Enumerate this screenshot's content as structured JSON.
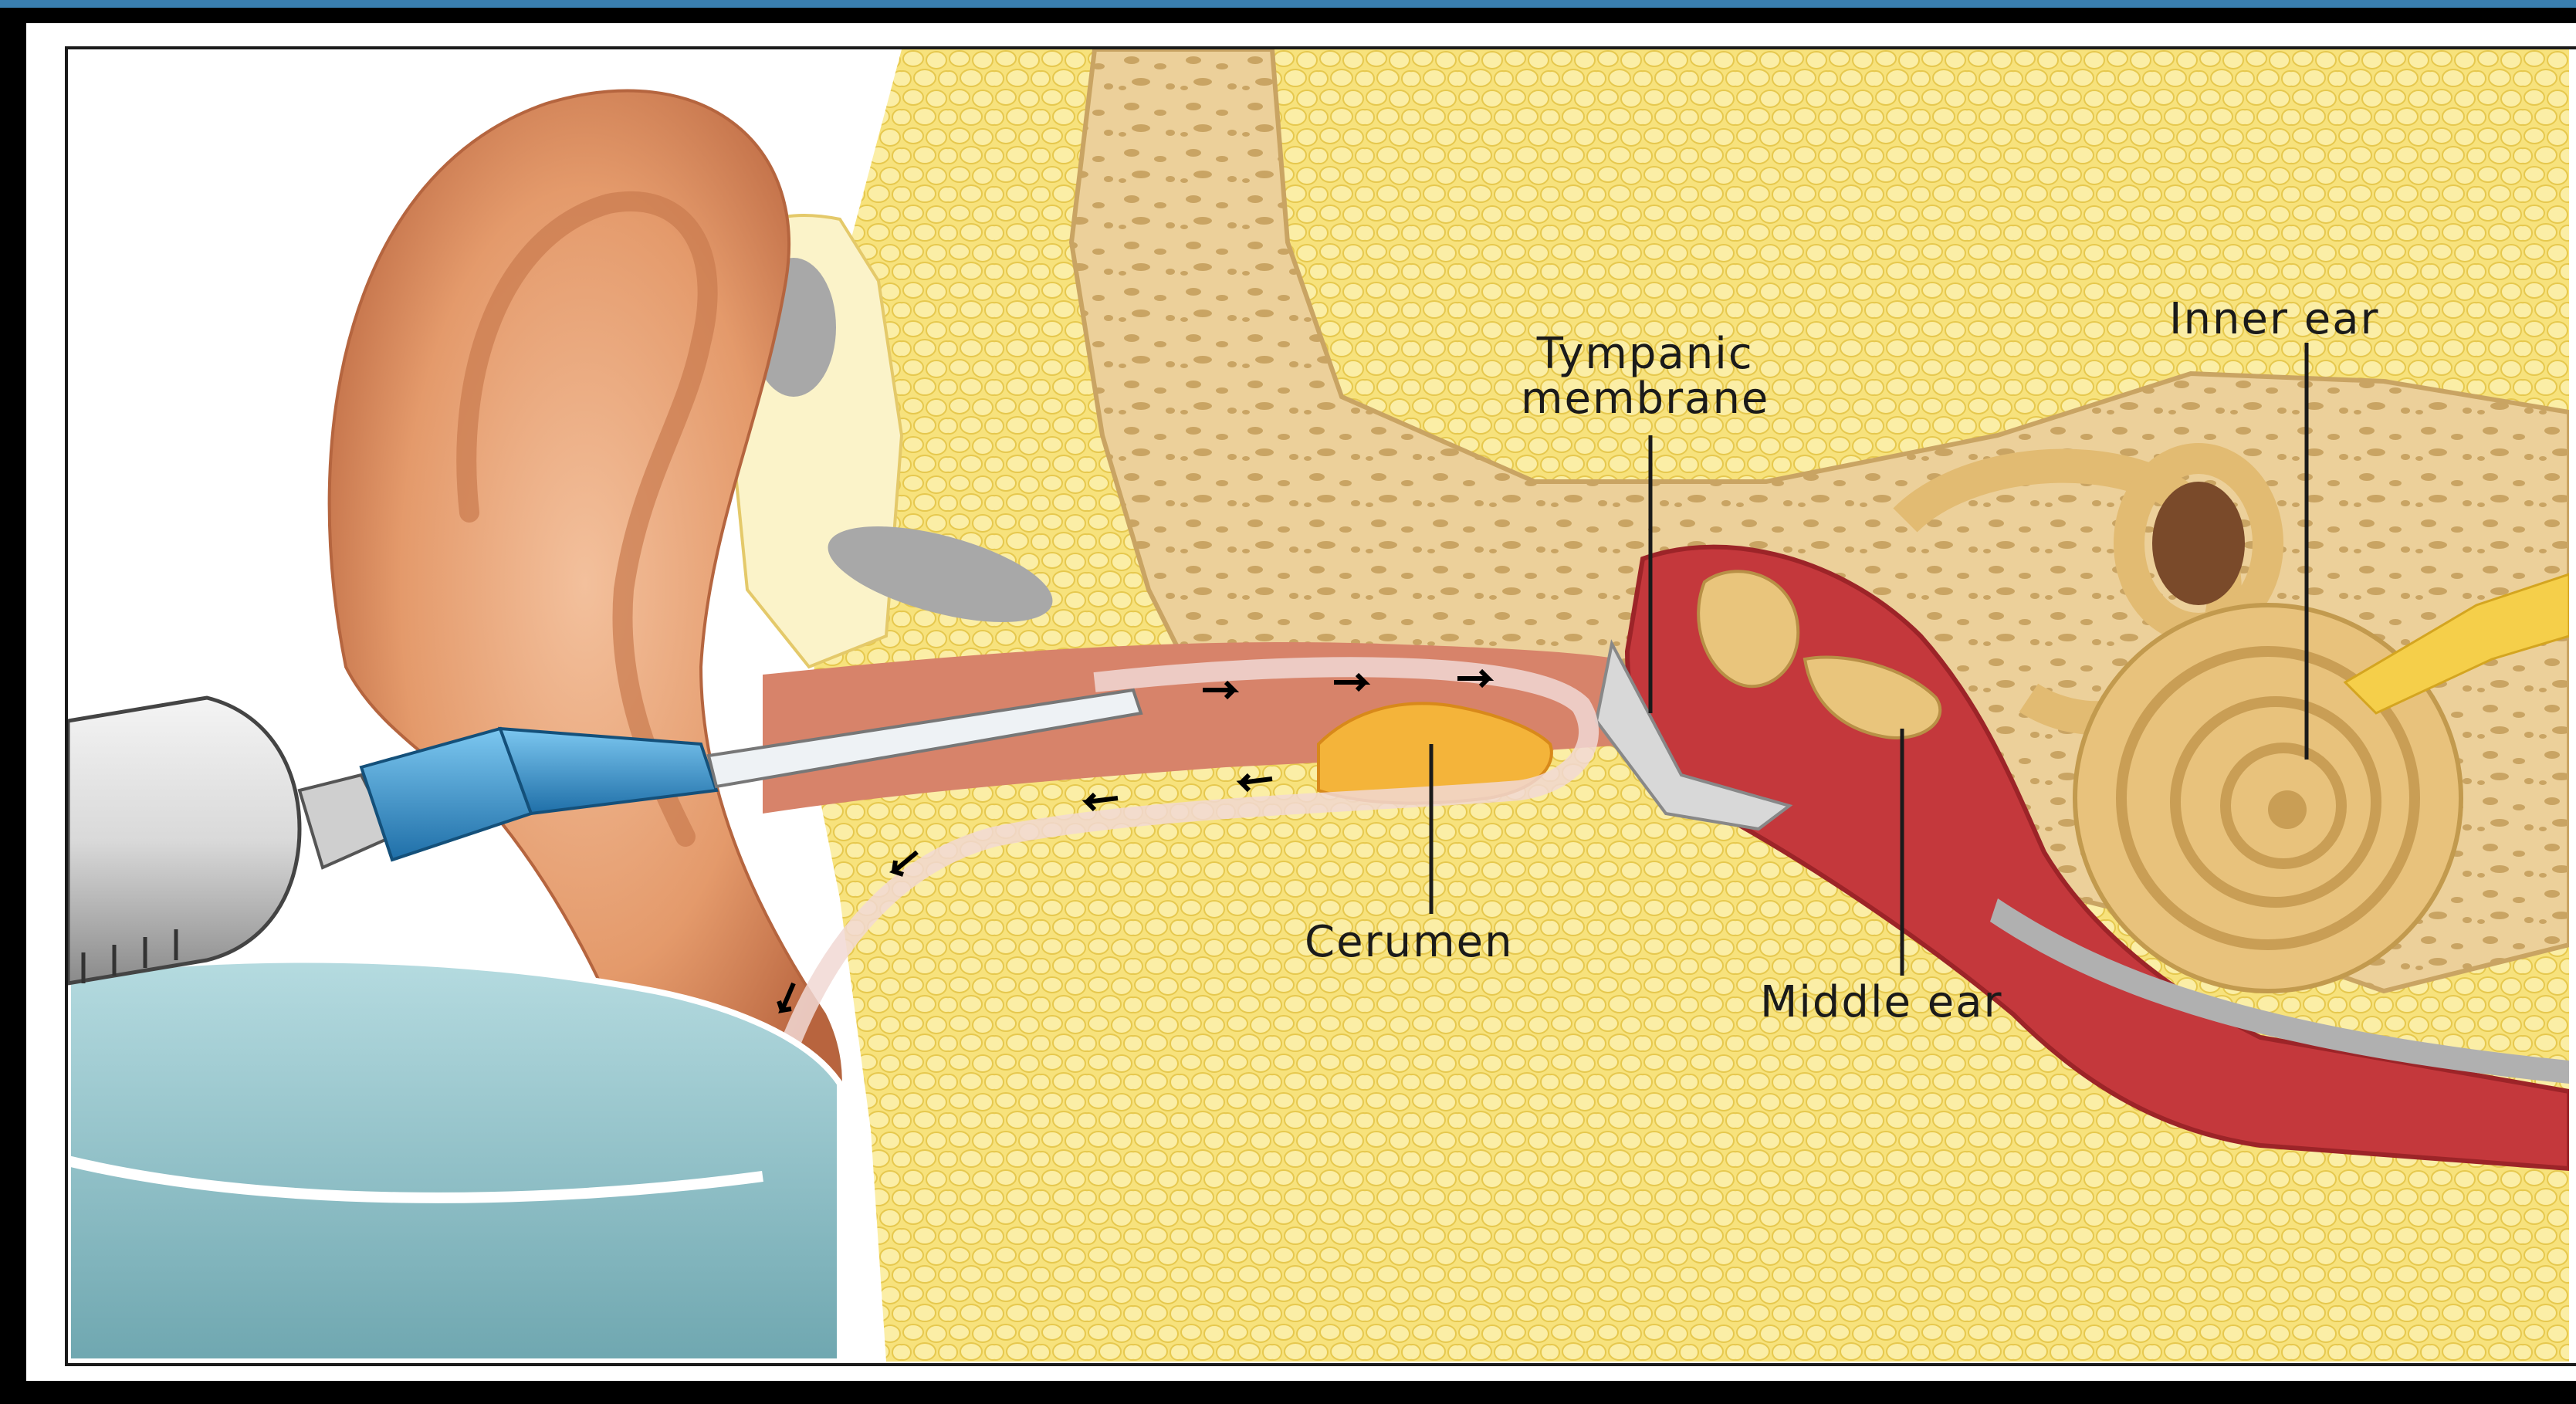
{
  "labels": {
    "tympanic_line1": "Tympanic",
    "tympanic_line2": "membrane",
    "inner_ear": "Inner ear",
    "cerumen": "Cerumen",
    "middle_ear": "Middle ear"
  },
  "colors": {
    "skin": "#e9a57a",
    "fat_yellow": "#f6e27a",
    "bone": "#e8c98d",
    "canal_red": "#c4383c",
    "syringe_blue": "#2f9fd8",
    "basin_water": "#9cc9cf"
  }
}
